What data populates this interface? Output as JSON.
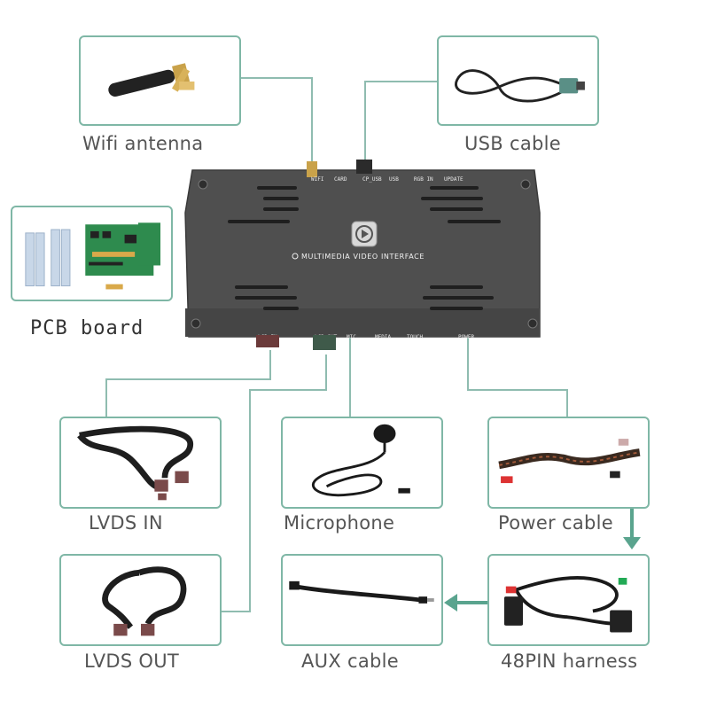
{
  "colors": {
    "frame": "#7fb7a6",
    "connector_line": "#8fbcb0",
    "arrow": "#5aa48e",
    "device_body": "#4f4f4f",
    "label_text": "#555555"
  },
  "device": {
    "title": "MULTIMEDIA VIDEO INTERFACE",
    "top_ports": [
      "WIFI",
      "CARD",
      "CP_USB",
      "USB",
      "RGB IN",
      "UPDATE"
    ],
    "bottom_ports": [
      "LCD_IN",
      "LCD_OUT",
      "MIC",
      "MEDIA",
      "TOUCH",
      "POWER"
    ],
    "icon": "play-icon"
  },
  "accessories": {
    "wifi_antenna": "Wifi antenna",
    "usb_cable": "USB cable",
    "pcb_board": "PCB board",
    "lvds_in": "LVDS IN",
    "microphone": "Microphone",
    "power_cable": "Power cable",
    "lvds_out": "LVDS OUT",
    "aux_cable": "AUX cable",
    "harness_48pin": "48PIN harness"
  }
}
